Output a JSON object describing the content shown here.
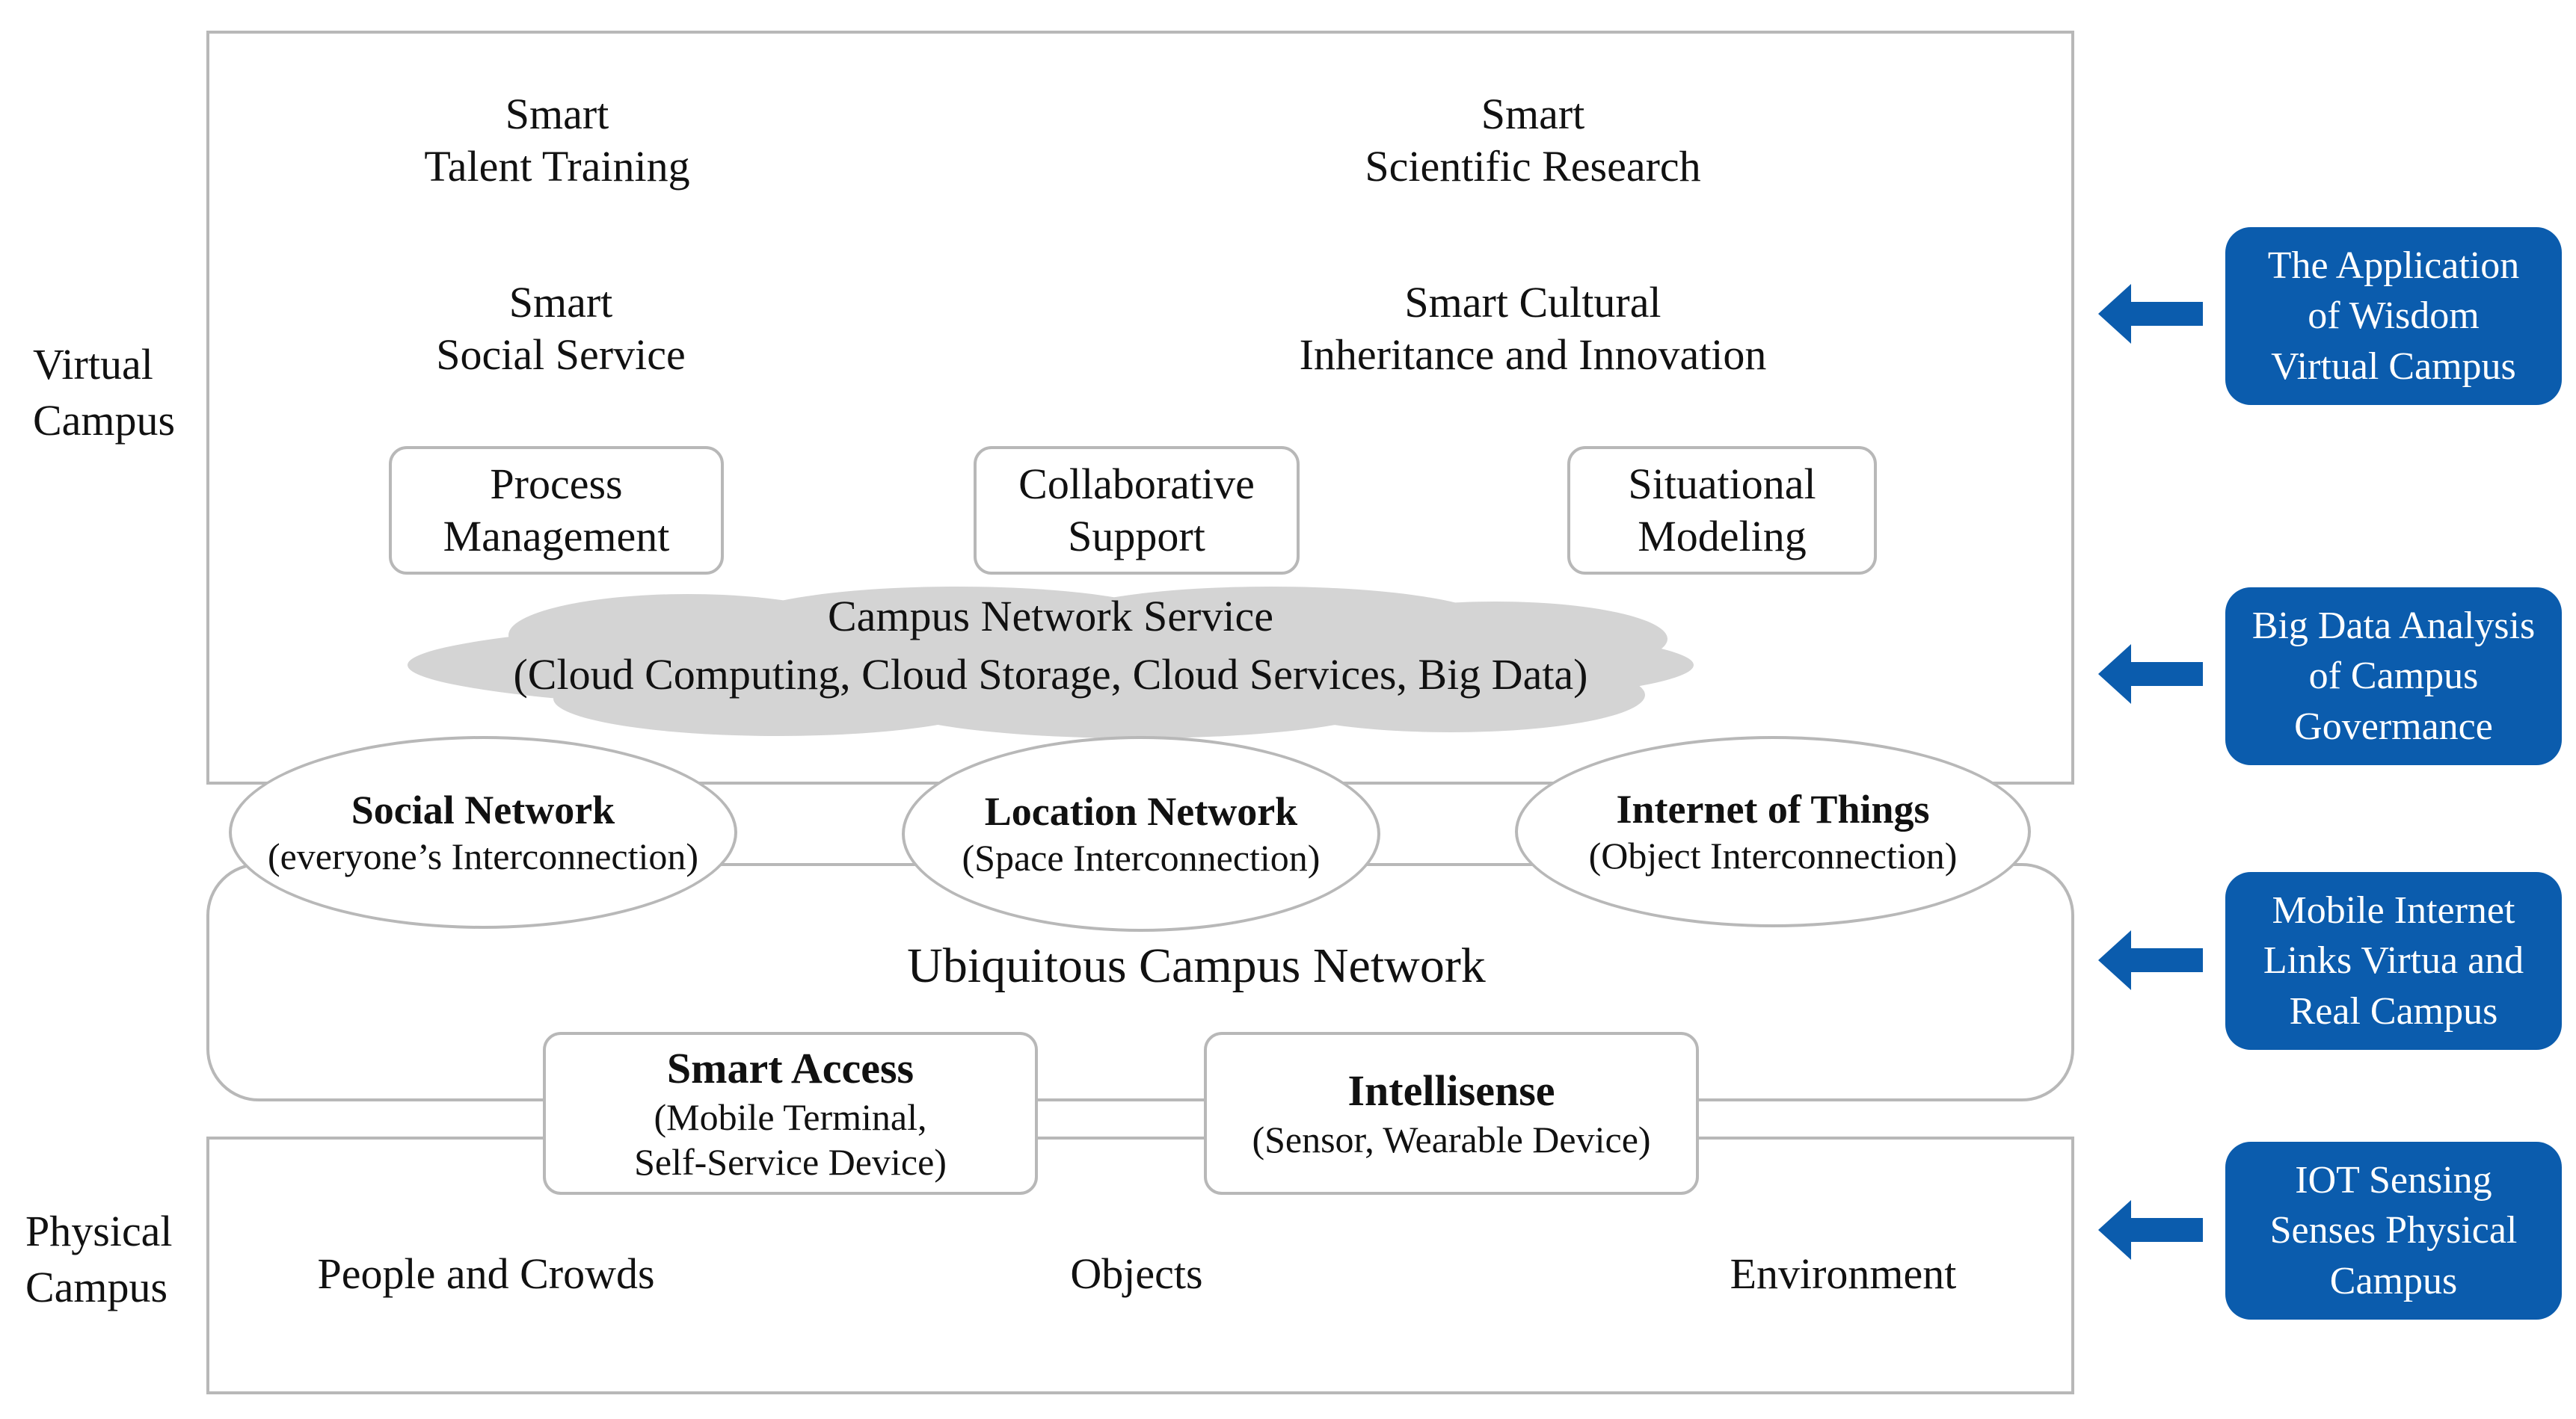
{
  "side_labels": {
    "virtual": "Virtual\nCampus",
    "physical": "Physical\nCampus"
  },
  "virtual_campus": {
    "apps": [
      "Smart\nTalent Training",
      "Smart\nScientific Research",
      "Smart\nSocial Service",
      "Smart Cultural\nInheritance and Innovation"
    ],
    "modules": [
      "Process\nManagement",
      "Collaborative\nSupport",
      "Situational\nModeling"
    ],
    "cloud": {
      "title": "Campus Network Service",
      "detail": "(Cloud Computing, Cloud Storage, Cloud Services, Big Data)"
    }
  },
  "networks": [
    {
      "title": "Social Network",
      "detail": "(everyone’s Interconnection)"
    },
    {
      "title": "Location Network",
      "detail": "(Space Interconnection)"
    },
    {
      "title": "Internet of Things",
      "detail": "(Object Interconnection)"
    }
  ],
  "ubiquitous": {
    "title": "Ubiquitous Campus Network",
    "access": {
      "title": "Smart Access",
      "detail": "(Mobile Terminal,\nSelf-Service Device)"
    },
    "sense": {
      "title": "Intellisense",
      "detail": "(Sensor, Wearable Device)"
    }
  },
  "physical_campus": {
    "items": [
      "People and Crowds",
      "Objects",
      "Environment"
    ]
  },
  "layers": [
    "The Application\nof Wisdom\nVirtual Campus",
    "Big Data Analysis\nof Campus\nGovermance",
    "Mobile Internet\nLinks Virtua and\nReal Campus",
    "IOT Sensing\nSenses Physical\nCampus"
  ],
  "colors": {
    "accent": "#0b5cad",
    "border": "#b8b8b8",
    "cloud": "#d4d4d4"
  }
}
